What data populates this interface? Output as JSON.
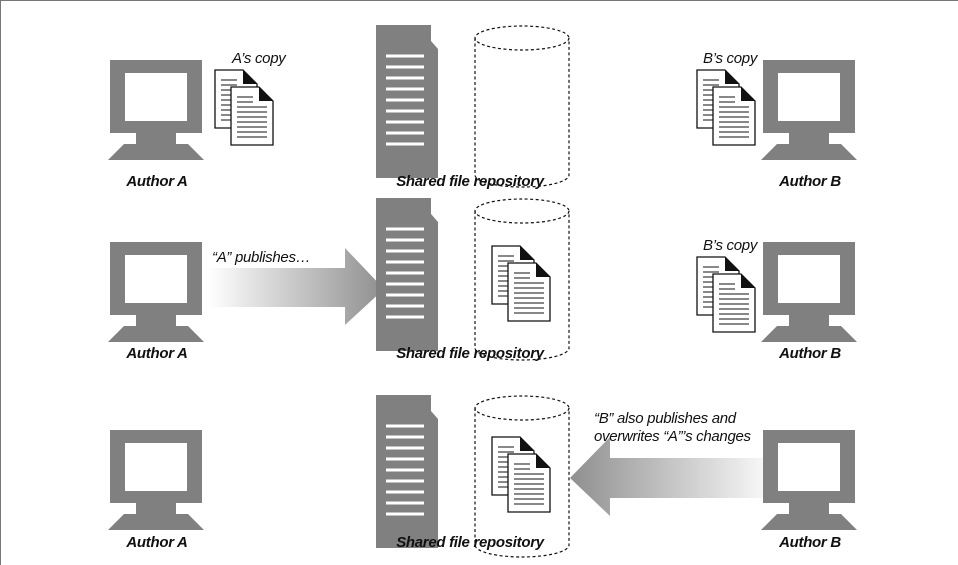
{
  "rows": [
    {
      "author_a": "Author A",
      "repository": "Shared file repository",
      "author_b": "Author B",
      "a_copy": "A’s copy",
      "b_copy": "B’s copy"
    },
    {
      "author_a": "Author A",
      "repository": "Shared file repository",
      "author_b": "Author B",
      "publish_caption": "“A” publishes…",
      "b_copy": "B’s copy"
    },
    {
      "author_a": "Author A",
      "repository": "Shared file repository",
      "author_b": "Author B",
      "overwrite_caption_line1": "“B” also publishes and",
      "overwrite_caption_line2": "overwrites “A”’s changes"
    }
  ],
  "colors": {
    "device_gray": "#808080",
    "arrow_gray": "#9a9a9a",
    "outline": "#111111"
  },
  "icons": [
    "monitor-icon",
    "server-tower-icon",
    "database-cylinder-icon",
    "document-copies-icon",
    "arrow-icon"
  ]
}
